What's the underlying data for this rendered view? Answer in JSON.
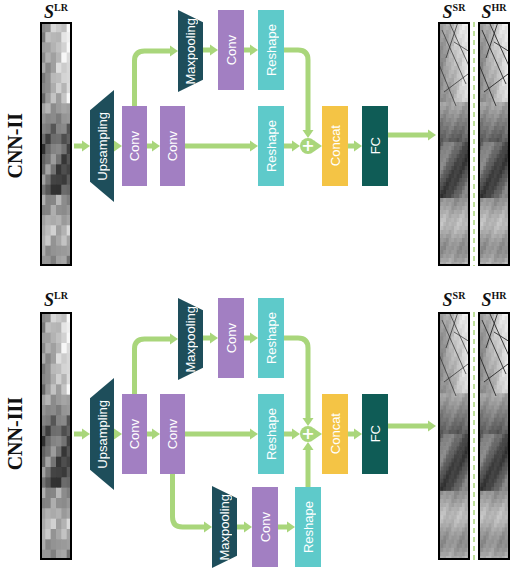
{
  "diagram": {
    "nodes": [
      {
        "text": [
          "S",
          "LR"
        ]
      },
      {
        "text": [
          "Upsampling"
        ]
      },
      {
        "text": [
          "Conv"
        ]
      },
      {
        "text": [
          "Maxpooling"
        ]
      },
      {
        "text": [
          "Conv"
        ]
      },
      {
        "text": [
          "Reshape"
        ]
      },
      {
        "text": [
          "Conv"
        ]
      },
      {
        "text": [
          "Reshape"
        ]
      },
      {
        "text": [
          "+"
        ]
      },
      {
        "text": [
          "Concat"
        ]
      },
      {
        "text": [
          "FC"
        ]
      },
      {
        "text": [
          "S",
          "SR"
        ]
      },
      {
        "text": [
          "S",
          "HR"
        ]
      },
      {
        "text": [
          "S",
          "LR"
        ]
      },
      {
        "text": [
          "Upsampling"
        ]
      },
      {
        "text": [
          "Conv"
        ]
      },
      {
        "text": [
          "Maxpooling"
        ]
      },
      {
        "text": [
          "Conv"
        ]
      },
      {
        "text": [
          "Reshape"
        ]
      },
      {
        "text": [
          "Conv"
        ]
      },
      {
        "text": [
          "Reshape"
        ]
      },
      {
        "text": [
          "+"
        ]
      },
      {
        "text": [
          "Concat"
        ]
      },
      {
        "text": [
          "FC"
        ]
      },
      {
        "text": [
          "Maxpooling"
        ]
      },
      {
        "text": [
          "Conv"
        ]
      },
      {
        "text": [
          "Reshape"
        ]
      },
      {
        "text": [
          "S",
          "SR"
        ]
      },
      {
        "text": [
          "S",
          "HR"
        ]
      }
    ],
    "edges": [
      {
        "from": 0,
        "to": 1,
        "arrow": "to"
      },
      {
        "from": 1,
        "to": 2,
        "arrow": "to"
      },
      {
        "from": 2,
        "to": 3,
        "arrow": "to"
      },
      {
        "from": 3,
        "to": 4,
        "arrow": "to"
      },
      {
        "from": 4,
        "to": 5,
        "arrow": "to"
      },
      {
        "from": 5,
        "to": 8,
        "arrow": "to"
      },
      {
        "from": 2,
        "to": 6,
        "arrow": "to"
      },
      {
        "from": 6,
        "to": 7,
        "arrow": "to"
      },
      {
        "from": 7,
        "to": 8,
        "arrow": "to"
      },
      {
        "from": 8,
        "to": 9,
        "arrow": "to"
      },
      {
        "from": 9,
        "to": 10,
        "arrow": "to"
      },
      {
        "from": 10,
        "to": 11,
        "arrow": "to"
      },
      {
        "from": 13,
        "to": 14,
        "arrow": "to"
      },
      {
        "from": 14,
        "to": 15,
        "arrow": "to"
      },
      {
        "from": 15,
        "to": 16,
        "arrow": "to"
      },
      {
        "from": 16,
        "to": 17,
        "arrow": "to"
      },
      {
        "from": 17,
        "to": 18,
        "arrow": "to"
      },
      {
        "from": 18,
        "to": 21,
        "arrow": "to"
      },
      {
        "from": 15,
        "to": 19,
        "arrow": "to"
      },
      {
        "from": 19,
        "to": 20,
        "arrow": "to"
      },
      {
        "from": 20,
        "to": 21,
        "arrow": "to"
      },
      {
        "from": 21,
        "to": 22,
        "arrow": "to"
      },
      {
        "from": 22,
        "to": 23,
        "arrow": "to"
      },
      {
        "from": 23,
        "to": 27,
        "arrow": "to"
      },
      {
        "from": 19,
        "to": 24,
        "arrow": "to"
      },
      {
        "from": 24,
        "to": 25,
        "arrow": "to"
      },
      {
        "from": 25,
        "to": 26,
        "arrow": "to"
      },
      {
        "from": 26,
        "to": 21,
        "arrow": "to"
      }
    ],
    "labels": [
      "CNN-II",
      "CNN-III"
    ]
  }
}
